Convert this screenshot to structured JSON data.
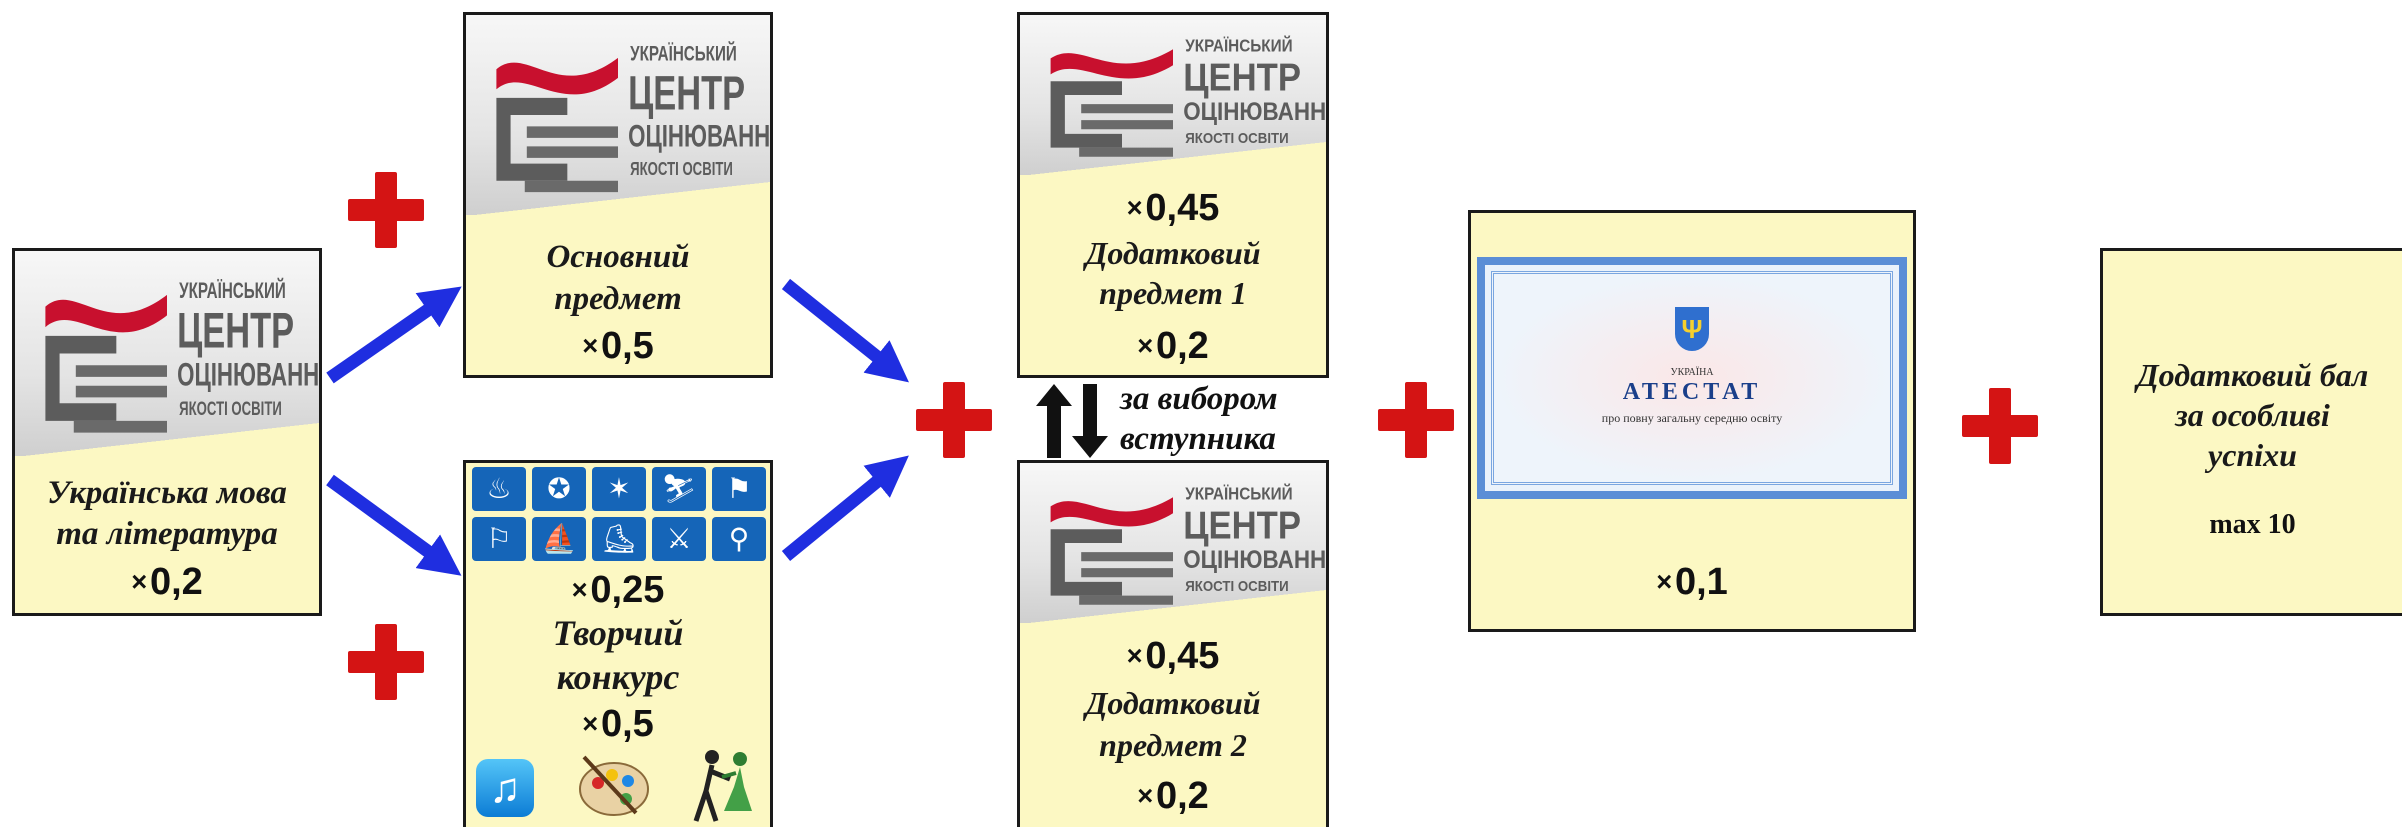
{
  "logo": {
    "line1": "УКРАЇНСЬКИЙ",
    "line2": "ЦЕНТР",
    "line3": "ОЦІНЮВАННЯ",
    "line4": "ЯКОСТІ ОСВІТИ"
  },
  "ukrainian": {
    "title_line1": "Українська мова",
    "title_line2": "та література",
    "coef": "0,2"
  },
  "main_subject": {
    "title_line1": "Основний",
    "title_line2": "предмет",
    "coef": "0,5"
  },
  "creative": {
    "coef_top": "0,25",
    "title_line1": "Творчий",
    "title_line2": "конкурс",
    "coef_bottom": "0,5"
  },
  "extra1": {
    "coef_top": "0,45",
    "title_line1": "Додатковий",
    "title_line2": "предмет 1",
    "coef_bottom": "0,2"
  },
  "extra2": {
    "coef_top": "0,45",
    "title_line1": "Додатковий",
    "title_line2": "предмет 2",
    "coef_bottom": "0,2"
  },
  "choice": {
    "line1": "за вибором",
    "line2": "вступника"
  },
  "certificate": {
    "small_label": "УКРАЇНА",
    "title": "АТЕСТАТ",
    "subtitle": "про повну загальну середню освіту",
    "coef": "0,1"
  },
  "bonus": {
    "line1": "Додатковий бал",
    "line2": "за особливі",
    "line3": "успіхи",
    "max": "max 10"
  },
  "multiply_sign": "×",
  "colors": {
    "card_fill": "#fcf8c3",
    "plus_red": "#d41414",
    "arrow_blue": "#1f2ee0",
    "logo_red": "#c8102e",
    "logo_grey": "#5c5c5c"
  },
  "icons": {
    "sports": [
      "torch-icon",
      "swimming-icon",
      "gymnastics-icon",
      "skiing-icon",
      "athletics-icon",
      "cycling-icon",
      "rowing-icon",
      "skating-icon",
      "fencing-icon",
      "hockey-icon"
    ],
    "arts": [
      "music-note-icon",
      "palette-icon",
      "dancers-icon"
    ]
  }
}
